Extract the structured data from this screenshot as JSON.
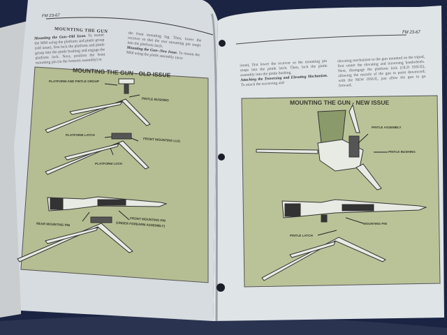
{
  "left_page": {
    "header": "FM 23-67",
    "section_title": "MOUNTING THE GUN",
    "col1_heading": "Mounting the Gun--Old Issue.",
    "col1_text": "To mount the M60 using the platform and pintle group (old issue), first lock the platform and pintle group into the pintle bushing and engage the platform lock. Next, position the front mounting pin (in the forearm assembly) in",
    "col2_text": "the front mounting lug. Then, lower the receiver so that the rear mounting pin snaps into the platform latch.",
    "col2_heading": "Mounting the Gun--New Issue.",
    "col2_text2": "To mount the M60 using the pintle assembly (new",
    "panel": {
      "title": "MOUNTING THE GUN - OLD ISSUE",
      "labels": {
        "platform_pintle_group": "PLATFORM AND PINTLE GROUP",
        "pintle_bushing": "PINTLE BUSHING",
        "platform_latch": "PLATFORM LATCH",
        "front_mounting_lug": "FRONT MOUNTING LUG",
        "platform_lock": "PLATFORM LOCK",
        "front_mounting_pin": "FRONT MOUNTING PIN",
        "under_forearm": "(UNDER FOREARM ASSEMBLY)",
        "rear_mounting_pin": "REAR MOUNTING PIN"
      }
    }
  },
  "right_page": {
    "header": "FM 23-67",
    "col1_text": "issue), first lower the receiver so the mounting pin snaps into the pintle latch. Then, lock the pintle assembly into the pintle bushing.",
    "col1_heading": "Attaching the Traversing and Elevating Mechanism.",
    "col1_text2": "To attach the traversing and",
    "col2_text": "elevating mechanism to the gun mounted on the tripod, first center the elevating and traversing handwheels. Next, disengage the platform lock (OLD ISSUE), allowing the muzzle of the gun to point downward; with the NEW ISSUE, just allow the gun to go forward.",
    "panel": {
      "title": "MOUNTING THE GUN - NEW ISSUE",
      "labels": {
        "pintle_assembly": "PINTLE ASSEMBLY",
        "pintle_bushing": "PINTLE BUSHING",
        "mounting_pin": "MOUNTING PIN",
        "pintle_latch": "PINTLE LATCH"
      }
    }
  },
  "colors": {
    "panel": "#b7bf94",
    "page": "#dde2e6",
    "fabric": "#1a2340"
  }
}
